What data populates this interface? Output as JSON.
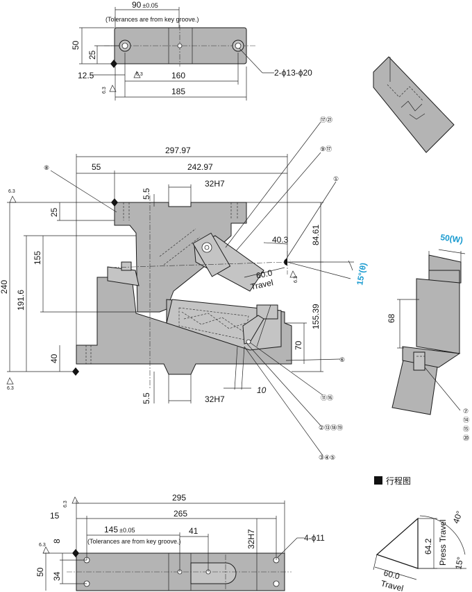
{
  "top_view": {
    "dim_90": "90",
    "dim_90_tol": "±0.05",
    "tol_note": "(Tolerances are from key groove.)",
    "dim_50": "50",
    "dim_25": "25",
    "dim_12_5": "12.5",
    "dim_160": "160",
    "dim_185": "185",
    "rough_a": "6.3",
    "rough_b": "6.3",
    "hole_note": "2-ϕ13-ϕ20"
  },
  "front_view": {
    "dim_297_97": "297.97",
    "dim_55": "55",
    "dim_242_97": "242.97",
    "dim_5_5_top": "5.5",
    "dim_32H7_top": "32H7",
    "dim_25": "25",
    "dim_155": "155",
    "dim_240": "240",
    "dim_191_6": "191.6",
    "dim_40": "40",
    "dim_5_5_bottom": "5.5",
    "dim_32H7_bottom": "32H7",
    "dim_10": "10",
    "dim_40_3": "40.3",
    "dim_60_0": "60.0",
    "travel": "Travel",
    "dim_84_61": "84.61",
    "dim_155_39": "155.39",
    "dim_70": "70",
    "angle_15": "15°",
    "angle_theta": "(θ)",
    "rough_top": "6.3",
    "rough_bottom": "6.3",
    "rough_right": "6.3"
  },
  "callouts": {
    "c17_21": "⑰㉑",
    "c9_17": "⑨⑰",
    "c8": "⑧",
    "c1": "①",
    "c6": "⑥",
    "c11_16": "⑪⑯",
    "c2_13_18_19": "②⑬⑱⑲",
    "c3_4_5": "③④⑤",
    "c7": "⑦",
    "c14": "⑭",
    "c15": "⑮",
    "c20": "⑳"
  },
  "side_view": {
    "width_value": "50",
    "width_symbol": "(W)",
    "dim_68": "68"
  },
  "bottom_view": {
    "dim_295": "295",
    "dim_15": "15",
    "dim_265": "265",
    "dim_145": "145",
    "dim_145_tol": "±0.05",
    "tol_note": "(Tolerances are from key groove.)",
    "dim_41": "41",
    "dim_32H7": "32H7",
    "dim_8": "8",
    "dim_34": "34",
    "dim_50": "50",
    "hole_note": "4-ϕ11",
    "rough_a": "6.3",
    "rough_b": "6.3"
  },
  "travel_diagram": {
    "legend": "行程图",
    "press_travel": "Press Travel",
    "dim_64_2": "64.2",
    "angle_40": "40°",
    "angle_15": "15°",
    "dim_60_0": "60.0",
    "travel": "Travel"
  }
}
